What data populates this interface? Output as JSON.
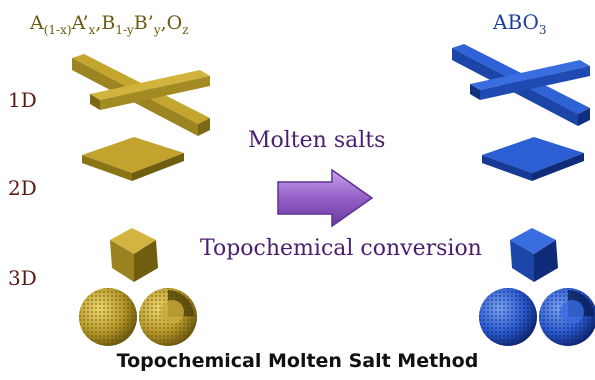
{
  "precursor": {
    "parts": [
      {
        "t": "A"
      },
      {
        "sub": "(1-x)"
      },
      {
        "t": "A’"
      },
      {
        "sub": "x"
      },
      {
        "t": ",B"
      },
      {
        "sub": "1-y"
      },
      {
        "t": "B’"
      },
      {
        "sub": "y"
      },
      {
        "t": ",O"
      },
      {
        "sub": "z"
      }
    ],
    "color": "#b59a28"
  },
  "product": {
    "parts": [
      {
        "t": "ABO"
      },
      {
        "sub": "3"
      }
    ],
    "color": "#2556c8"
  },
  "dimensions": [
    "1D",
    "2D",
    "3D"
  ],
  "process": {
    "top_label": "Molten salts",
    "bottom_label": "Topochemical conversion",
    "arrow_color": "#9460c8"
  },
  "title": "Topochemical Molten Salt Method"
}
